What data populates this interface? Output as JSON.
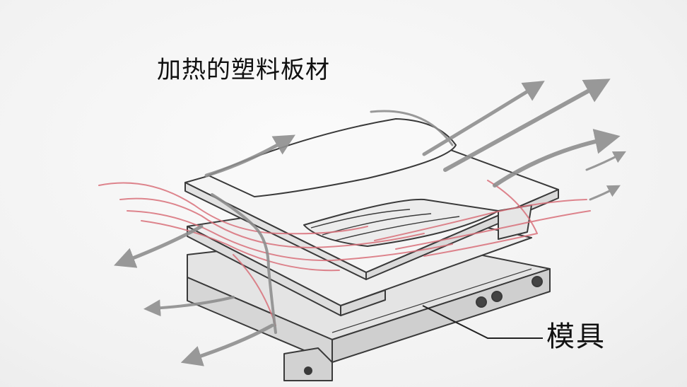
{
  "labels": {
    "heated_plastic_sheet": "加热的塑料板材",
    "mold": "模具"
  },
  "colors": {
    "line": "#3a3a3a",
    "plate_fill": "#ececec",
    "plate_top": "#f6f6f6",
    "mold_fill": "#dcdcdc",
    "air_arrow": "#8f8f8f",
    "heat_flow": "#d9707a"
  },
  "icons": [
    "air-flow-arrow",
    "heat-flow-line"
  ]
}
